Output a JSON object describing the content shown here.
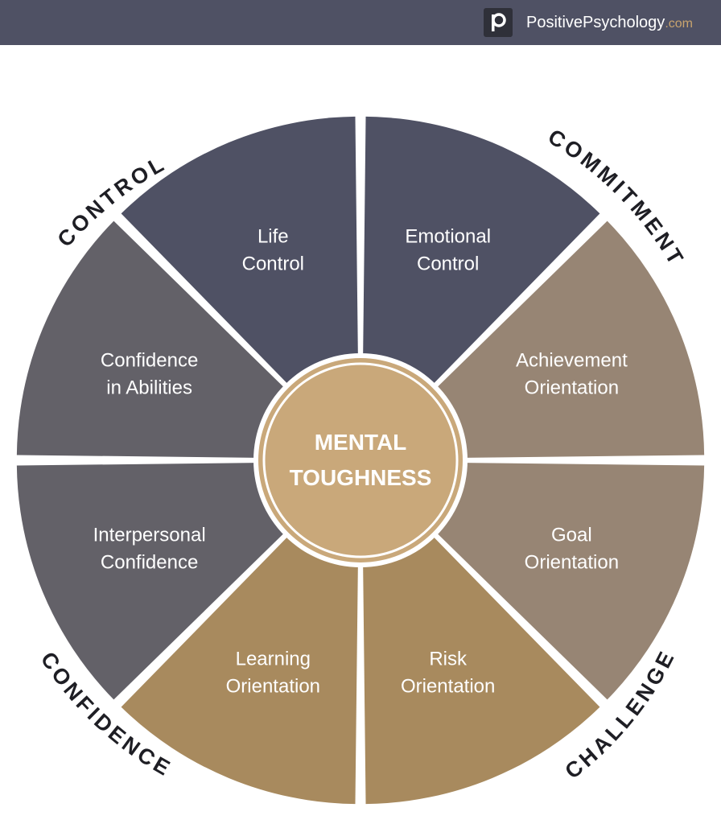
{
  "header": {
    "brand_name": "PositivePsychology",
    "brand_suffix": ".com",
    "logo_icon": "p-logo-icon",
    "background": "#4f5164"
  },
  "diagram": {
    "center": {
      "line1": "MENTAL",
      "line2": "TOUGHNESS",
      "color": "#c9a87a"
    },
    "categories": [
      {
        "name": "CONTROL",
        "color": "#4f5164"
      },
      {
        "name": "COMMITMENT",
        "color": "#978574"
      },
      {
        "name": "CHALLENGE",
        "color": "#a88a5e"
      },
      {
        "name": "CONFIDENCE",
        "color": "#636168"
      }
    ],
    "segments": [
      {
        "category": "CONTROL",
        "line1": "Emotional",
        "line2": "Control"
      },
      {
        "category": "COMMITMENT",
        "line1": "Achievement",
        "line2": "Orientation"
      },
      {
        "category": "COMMITMENT",
        "line1": "Goal",
        "line2": "Orientation"
      },
      {
        "category": "CHALLENGE",
        "line1": "Risk",
        "line2": "Orientation"
      },
      {
        "category": "CHALLENGE",
        "line1": "Learning",
        "line2": "Orientation"
      },
      {
        "category": "CONFIDENCE",
        "line1": "Interpersonal",
        "line2": "Confidence"
      },
      {
        "category": "CONFIDENCE",
        "line1": "Confidence",
        "line2": "in Abilities"
      },
      {
        "category": "CONTROL",
        "line1": "Life",
        "line2": "Control"
      }
    ]
  }
}
